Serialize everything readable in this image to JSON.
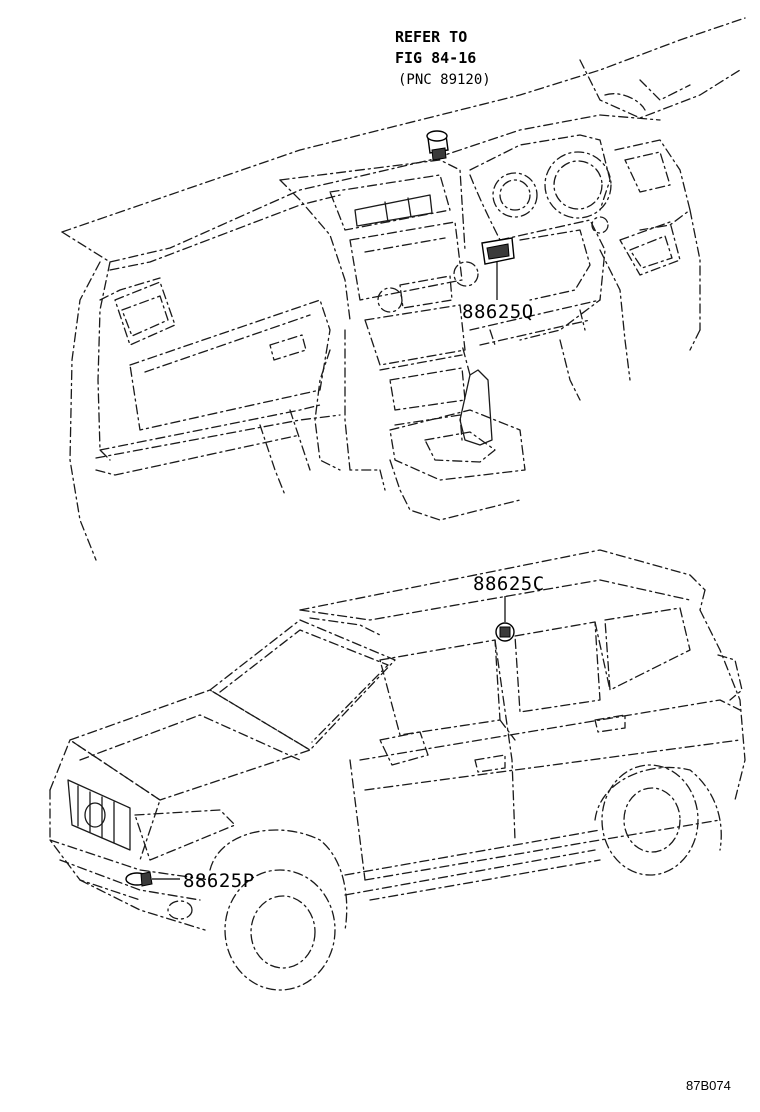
{
  "reference_note": {
    "line1": "REFER TO",
    "line2": "FIG 84-16",
    "line3": "(PNC 89120)"
  },
  "callouts": {
    "dash_sensor": "88625Q",
    "roof_sensor": "88625C",
    "front_sensor": "88625P"
  },
  "figure_id": "87B074"
}
